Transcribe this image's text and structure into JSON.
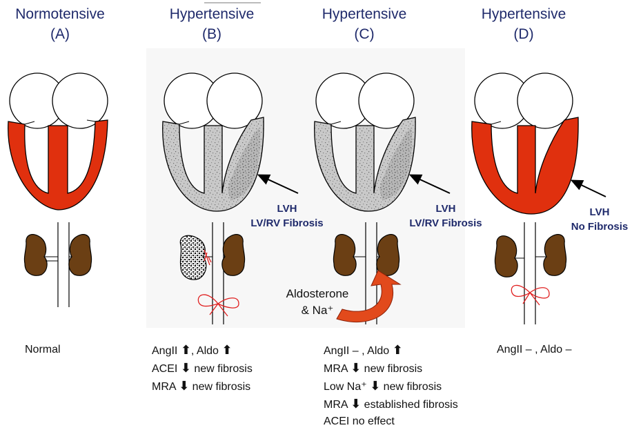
{
  "panels": [
    {
      "title": "Normotensive",
      "tag": "(A)",
      "state": "normal"
    },
    {
      "title": "Hypertensive",
      "tag": "(B)",
      "state": "fibrosis",
      "annotation": [
        "LVH",
        "LV/RV Fibrosis"
      ]
    },
    {
      "title": "Hypertensive",
      "tag": "(C)",
      "state": "fibrosis",
      "annotation": [
        "LVH",
        "LV/RV Fibrosis"
      ]
    },
    {
      "title": "Hypertensive",
      "tag": "(D)",
      "state": "hypertrophy",
      "annotation": [
        "LVH",
        "No Fibrosis"
      ]
    }
  ],
  "aldosterone_label": [
    "Aldosterone",
    "& Na⁺"
  ],
  "notes": {
    "a": [
      "Normal"
    ],
    "b": [
      {
        "pre": "AngII ",
        "arrow": "up",
        "post": ", Aldo ",
        "arrow2": "up"
      },
      {
        "pre": "ACEI ",
        "arrow": "down",
        "post": " new fibrosis"
      },
      {
        "pre": "MRA ",
        "arrow": "down",
        "post": " new fibrosis"
      }
    ],
    "c": [
      {
        "pre": "AngII – , Aldo ",
        "arrow": "up",
        "post": ""
      },
      {
        "pre": "MRA ",
        "arrow": "down",
        "post": " new fibrosis"
      },
      {
        "pre": "Low Na⁺ ",
        "arrow": "down",
        "post": " new fibrosis"
      },
      {
        "pre": "MRA ",
        "arrow": "down",
        "post": " established fibrosis"
      },
      {
        "pre": "ACEI no effect",
        "arrow": "",
        "post": ""
      }
    ],
    "d": [
      "AngII – , Aldo –"
    ]
  },
  "colors": {
    "title": "#1f2a6b",
    "healthy_myocardium": "#e0300e",
    "fibrotic_myocardium": "#c9c9c9",
    "kidney": "#6b3f14",
    "ligature": "#e02020",
    "curved_arrow": "#e24a1c"
  }
}
